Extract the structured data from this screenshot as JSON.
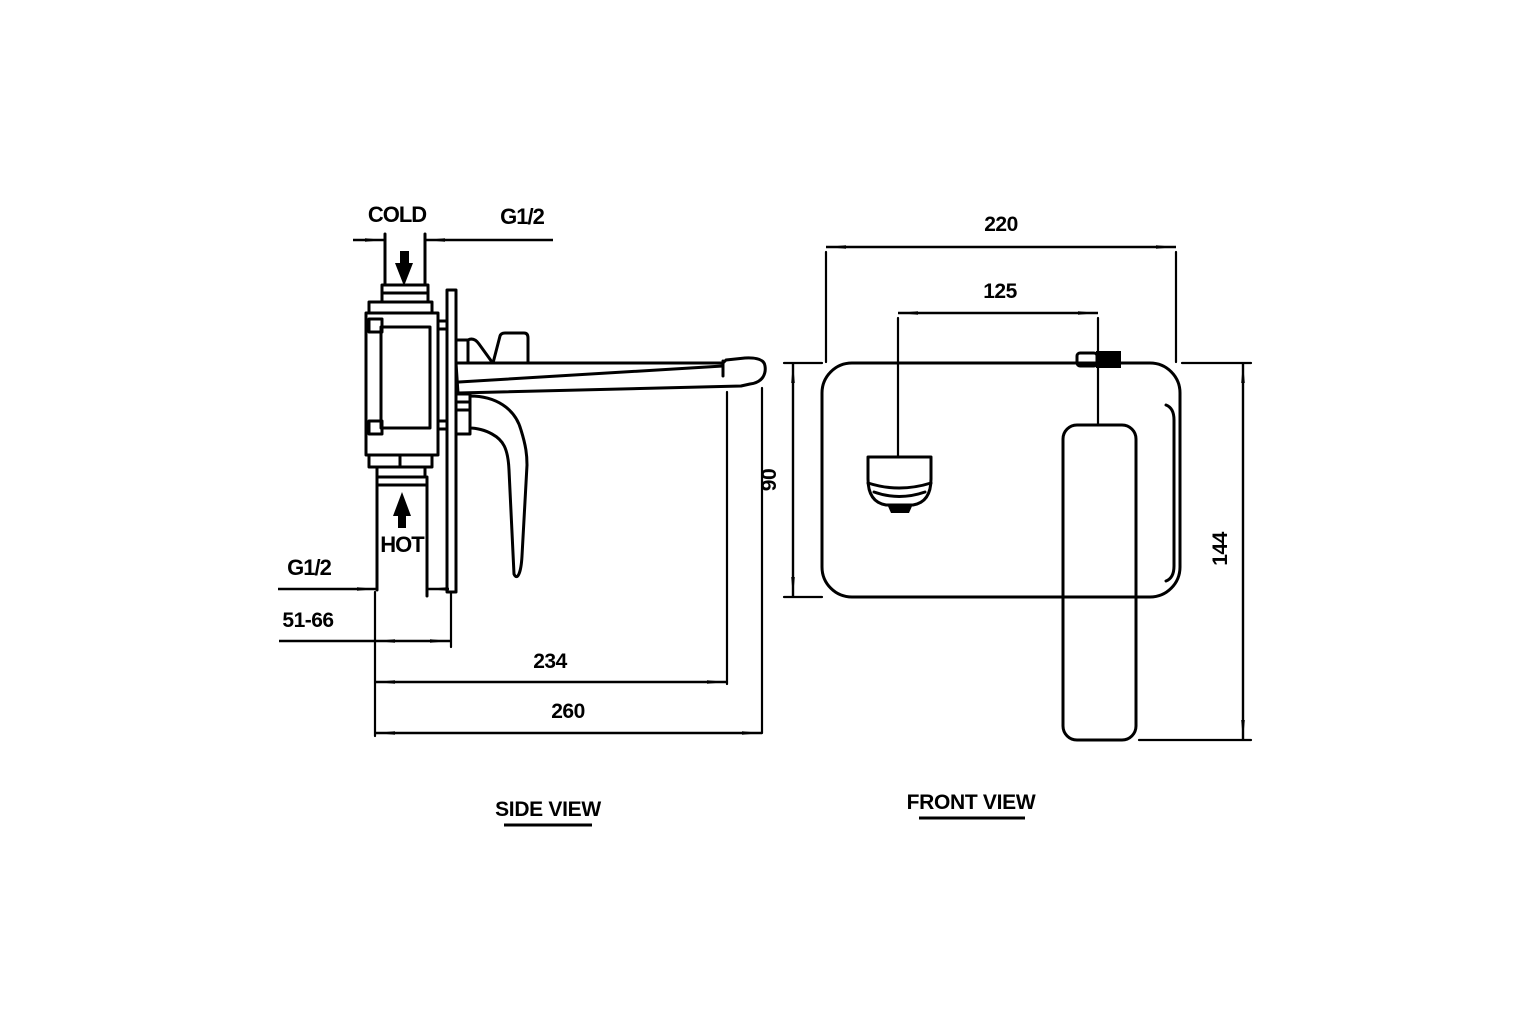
{
  "page": {
    "background": "#ffffff",
    "ink": "#000000"
  },
  "side_view": {
    "title": "SIDE VIEW",
    "cold_label": "COLD",
    "hot_label": "HOT",
    "cold_thread_label": "G1/2",
    "hot_thread_label": "G1/2",
    "dim_wall_depth_range": "51-66",
    "dim_spout_reach": "234",
    "dim_overall_depth": "260"
  },
  "front_view": {
    "title": "FRONT VIEW",
    "dim_plate_width": "220",
    "dim_spout_to_handle": "125",
    "dim_plate_height": "90",
    "dim_overall_height": "144"
  }
}
